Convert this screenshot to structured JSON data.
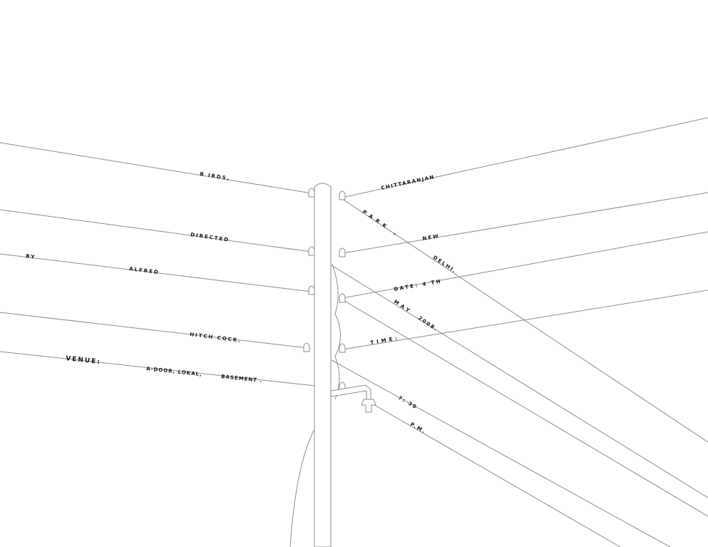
{
  "artwork": {
    "birds_text": {
      "birds": "B IRDS,",
      "directed": "DIRECTED",
      "by": "BY",
      "alfred": "ALFRED",
      "hitchcock": "HITCH COCK.",
      "venue": "VENUE:",
      "venue_name": "A-DOOR, LOKAL,",
      "basement": "BASEMENT .",
      "chittaranjan": "CHITTARANJAN",
      "park": "PARK ,",
      "new": "NEW",
      "delhi": "DELHI.",
      "date": "DATE: 4 TH",
      "may": "MAY",
      "year": "2008.",
      "time": "TIME:",
      "clock": "7: 30",
      "pm": "P.M."
    },
    "colors": {
      "wire": "#8a8a8a",
      "bird": "#111111",
      "background": "#ffffff"
    }
  }
}
